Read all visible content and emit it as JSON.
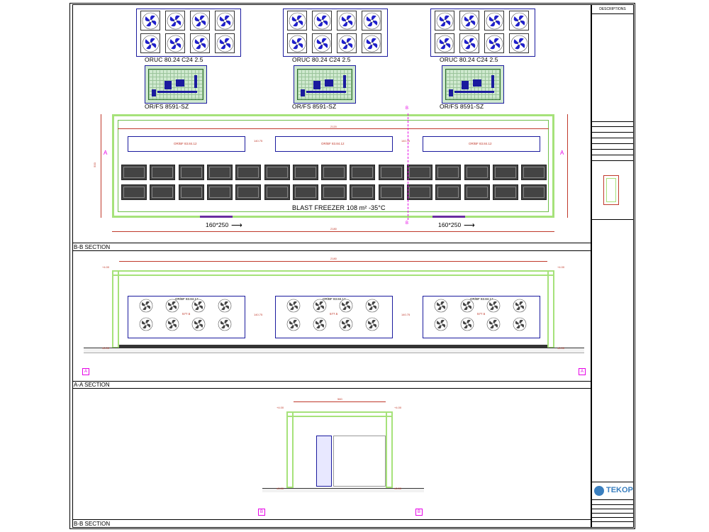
{
  "drawing": {
    "units": [
      {
        "condenser_label": "ORUC 80.24 C24 2.5",
        "unit_label": "OR/FS 8591-SZ"
      },
      {
        "condenser_label": "ORUC 80.24 C24 2.5",
        "unit_label": "OR/FS 8591-SZ"
      },
      {
        "condenser_label": "ORUC 80.24 C24 2.5",
        "unit_label": "OR/FS 8591-SZ"
      }
    ],
    "plan": {
      "room_label": "BLAST FREEZER 108 m² -35°C",
      "evaporator_label": "OR/BF 83.84.12",
      "width_dim": "2120",
      "outer_width_dim": "2180",
      "height_dim": "500",
      "gap_dim": "140.75",
      "door_left": "160*250",
      "door_right": "160*250",
      "section_marker": "A",
      "bb_marker": "B"
    },
    "section_aa": {
      "label": "B-B SECTION",
      "evaporator_label": "OR/BF 83.84.12",
      "width_dim": "2180",
      "gap_dim": "140.75",
      "left_level": "+4.00",
      "right_level": "+4.00",
      "floor_level": "±0.00",
      "fan_dim": "577.5"
    },
    "section_label_aa": "A-A SECTION",
    "section_bb": {
      "label": "B-B SECTION",
      "width_dim": "560",
      "left_level": "+4.00",
      "right_level": "+4.00",
      "floor_level": "±0.00"
    },
    "title_block": {
      "descriptions": "DESCRIPTIONS",
      "company": "TEKOP"
    },
    "markers": {
      "a": "A",
      "b": "B"
    }
  },
  "colors": {
    "wall": "#a6e27a",
    "fan_blue": "#2020cc",
    "evap_text": "#c0392b",
    "marker": "#e600e6"
  }
}
